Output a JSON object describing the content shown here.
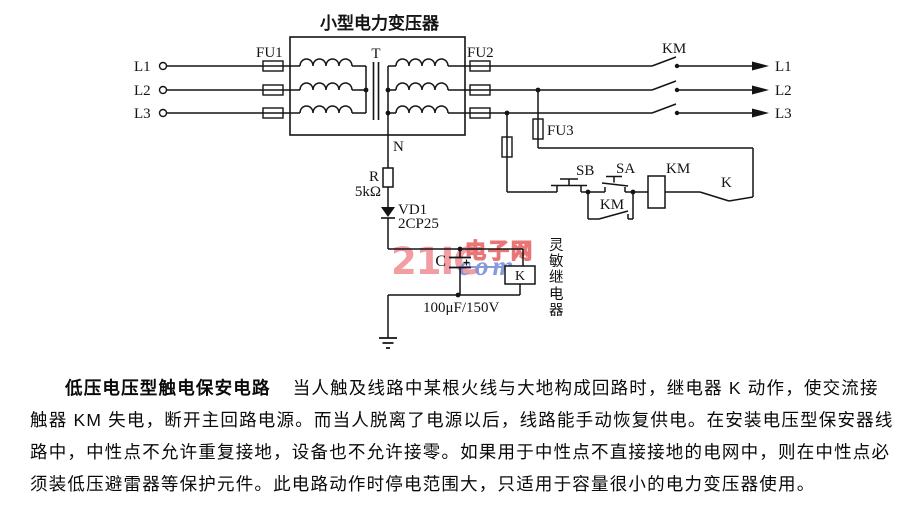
{
  "diagram": {
    "transformer": {
      "title": "小型电力变压器",
      "core": "T",
      "neutral": "N"
    },
    "phase_inputs": [
      "L1",
      "L2",
      "L3"
    ],
    "phase_outputs": [
      "L1",
      "L2",
      "L3"
    ],
    "fuse1": "FU1",
    "fuse2": "FU2",
    "fuse3": "FU3",
    "contactor_main": "KM",
    "resistor_ref": "R",
    "resistor_value": "5kΩ",
    "diode_ref": "VD1",
    "diode_model": "2CP25",
    "capacitor_ref": "C",
    "capacitor_value": "100μF/150V",
    "stop_button": "SB",
    "start_switch": "SA",
    "holding_contact": "KM",
    "contactor_coil": "KM",
    "relay_contact": "K",
    "relay_box": "K",
    "relay_note": "灵敏继电器"
  },
  "watermark": {
    "brand": "21IC",
    "cn": "电子网",
    "domain": "com"
  },
  "caption": {
    "title": "低压电压型触电保安电路",
    "line1": "当人触及线路中某根火线与大地构成回路时，继电器 K 动作，使交流接",
    "line2": "触器 KM 失电，断开主回路电源。而当人脱离了电源以后，线路能手动恢复供电。在安装电压型保安器线",
    "line3": "路中，中性点不允许重复接地，设备也不允许接零。如果用于中性点不直接接地的电网中，则在中性点必",
    "line4": "须装低压避雷器等保护元件。此电路动作时停电范围大，只适用于容量很小的电力变压器使用。"
  }
}
